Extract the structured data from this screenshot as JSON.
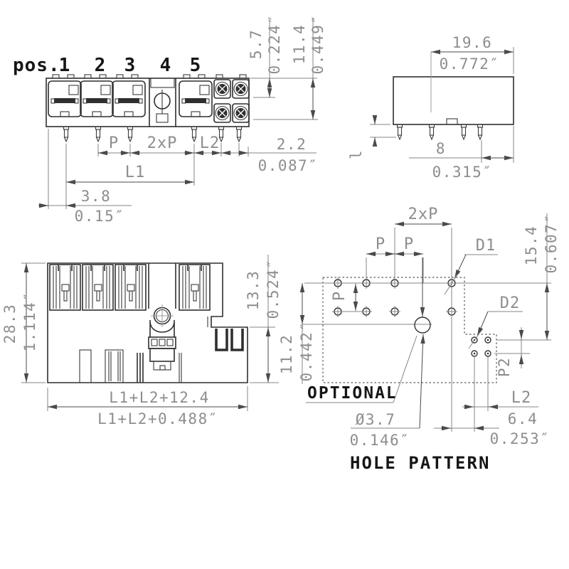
{
  "front_view": {
    "pos_label": "pos.",
    "positions": [
      "1",
      "2",
      "3",
      "4",
      "5"
    ],
    "dim_p": "P",
    "dim_2xp": "2xP",
    "dim_l2": "L2",
    "dim_2_2_mm": "2.2",
    "dim_2_2_in": "0.087″",
    "dim_l1": "L1",
    "dim_3_8_mm": "3.8",
    "dim_3_8_in": "0.15″",
    "dim_5_7_mm": "5.7",
    "dim_5_7_in": "0.224″",
    "dim_11_4_mm": "11.4",
    "dim_11_4_in": "0.449″"
  },
  "side_view": {
    "dim_19_6_mm": "19.6",
    "dim_19_6_in": "0.772″",
    "dim_8_mm": "8",
    "dim_8_in": "0.315″",
    "pin_length_label": "l"
  },
  "rear_view": {
    "dim_28_3_mm": "28.3",
    "dim_28_3_in": "1.114″",
    "dim_13_3_mm": "13.3",
    "dim_13_3_in": "0.524″",
    "dim_total_mm": "L1+L2+12.4",
    "dim_total_in": "L1+L2+0.488″"
  },
  "hole_pattern": {
    "title": "HOLE PATTERN",
    "optional_label": "OPTIONAL",
    "dim_2xp": "2xP",
    "dim_p_left": "P",
    "dim_p_right": "P",
    "dim_p_vertical": "P",
    "label_d1": "D1",
    "label_d2": "D2",
    "dim_p2": "P2",
    "dim_15_4_mm": "15.4",
    "dim_15_4_in": "0.607″",
    "dim_11_2_mm": "11.2",
    "dim_11_2_in": "0.442″",
    "dim_dia_mm": "Ø3.7",
    "dim_dia_in": "0.146″",
    "dim_l2": "L2",
    "dim_6_4_mm": "6.4",
    "dim_6_4_in": "0.253″"
  }
}
